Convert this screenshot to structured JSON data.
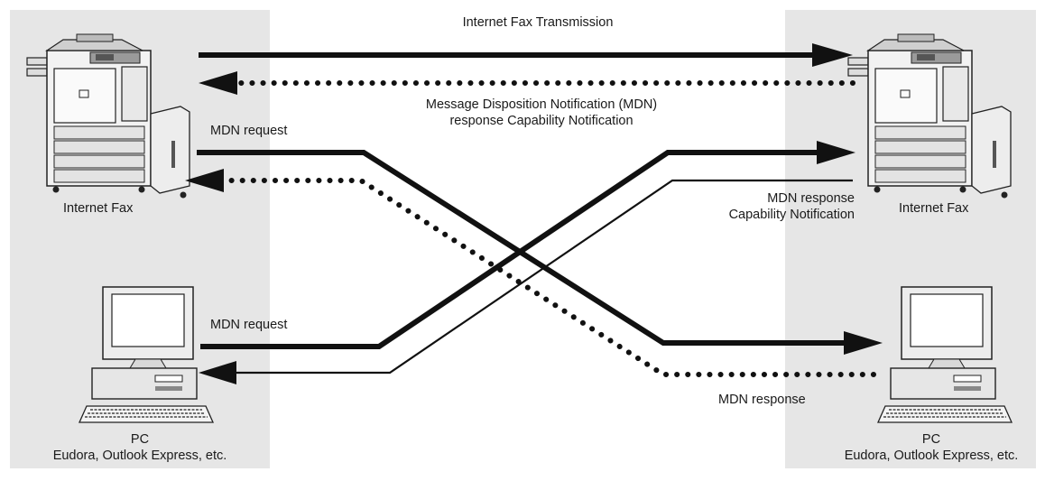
{
  "devices": {
    "left_fax_label": "Internet Fax",
    "right_fax_label": "Internet Fax",
    "left_pc_label_line1": "PC",
    "left_pc_label_line2": "Eudora, Outlook Express, etc.",
    "right_pc_label_line1": "PC",
    "right_pc_label_line2": "Eudora, Outlook Express, etc."
  },
  "flows": {
    "transmission": "Internet Fax Transmission",
    "mdn_notice_line1": "Message Disposition Notification (MDN)",
    "mdn_notice_line2": "response Capability Notification",
    "mdn_request_fax": "MDN request",
    "mdn_request_pc": "MDN request",
    "mdn_response_cap_line1": "MDN response",
    "mdn_response_cap_line2": "Capability Notification",
    "mdn_response": "MDN response"
  },
  "icons": {
    "fax": "multifunction-printer-icon",
    "pc": "desktop-computer-icon"
  }
}
